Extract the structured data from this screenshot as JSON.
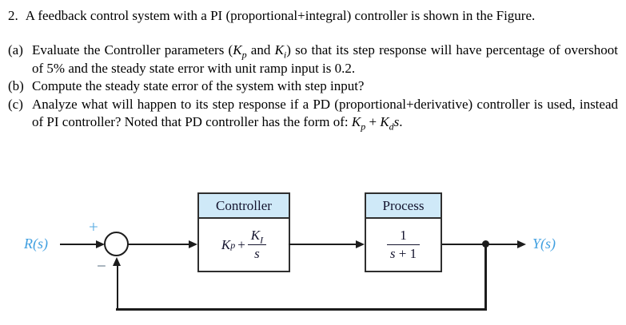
{
  "problem": {
    "number": "2.",
    "intro": "A feedback control system with a PI (proportional+integral) controller is shown in the Figure.",
    "items": [
      {
        "label": "(a)",
        "pre": "Evaluate the Controller parameters (",
        "m1_base": "K",
        "m1_sub": "p",
        "mid": " and ",
        "m2_base": "K",
        "m2_sub": "i",
        "post": ") so that its step response will have percentage of overshoot of 5% and the steady state error with unit ramp input is 0.2."
      },
      {
        "label": "(b)",
        "text": "Compute the steady state error of the system with step input?"
      },
      {
        "label": "(c)",
        "pre": "Analyze what will happen to its step response if a PD (proportional+derivative) controller is used, instead of PI controller? Noted that PD controller has the form of: ",
        "m1_base": "K",
        "m1_sub": "p",
        "mid": " + ",
        "m2_base": "K",
        "m2_sub": "d",
        "m2_var": "s",
        "end": "."
      }
    ]
  },
  "diagram": {
    "input_label": "R(s)",
    "output_label": "Y(s)",
    "sum_plus": "+",
    "sum_minus": "−",
    "controller": {
      "title": "Controller",
      "kp_base": "K",
      "kp_sub": "p",
      "plus": "+",
      "frac_num_base": "K",
      "frac_num_sub": "I",
      "frac_den": "s"
    },
    "process": {
      "title": "Process",
      "frac_num": "1",
      "frac_den_var": "s",
      "frac_den_rest": " + 1"
    },
    "colors": {
      "signal_label_blue": "#3f9fe0",
      "plus_blue": "#55aae2",
      "minus_gray_blue": "#5d7286",
      "header_fill": "#cfe9f8",
      "box_border": "#2f2f2f",
      "line_color": "#1c1c1c",
      "block_math_navy": "#14142e"
    }
  }
}
